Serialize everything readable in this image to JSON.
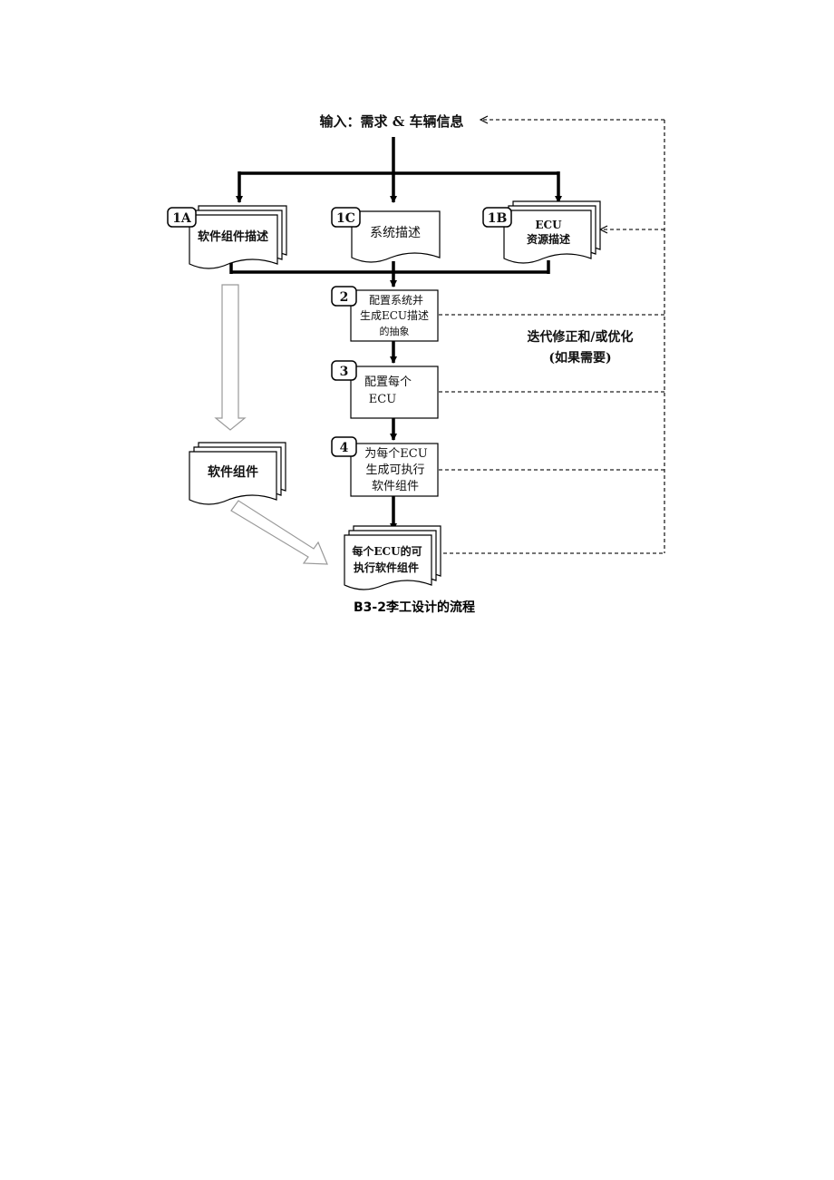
{
  "input_label": "输入：需求 & 车辆信息",
  "nodes": {
    "n1a": {
      "badge": "1A",
      "text": [
        "软件组件描述"
      ]
    },
    "n1c": {
      "badge": "1C",
      "text": [
        "系统描述"
      ]
    },
    "n1b": {
      "badge": "1B",
      "text": [
        "ECU",
        "资源描述"
      ]
    },
    "n2": {
      "badge": "2",
      "text": [
        "配置系统并",
        "生成ECU描述",
        "的抽象"
      ]
    },
    "n3": {
      "badge": "3",
      "text": [
        "配置每个",
        "ECU"
      ]
    },
    "n4": {
      "badge": "4",
      "text": [
        "为每个ECU",
        "生成可执行",
        "软件组件"
      ]
    },
    "swc": {
      "text": [
        "软件组件"
      ]
    },
    "out": {
      "text": [
        "每个ECU的可",
        "执行软件组件"
      ]
    }
  },
  "iteration_label": [
    "迭代修正和/或优化",
    "(如果需要)"
  ],
  "caption": "B3-2李工设计的流程"
}
